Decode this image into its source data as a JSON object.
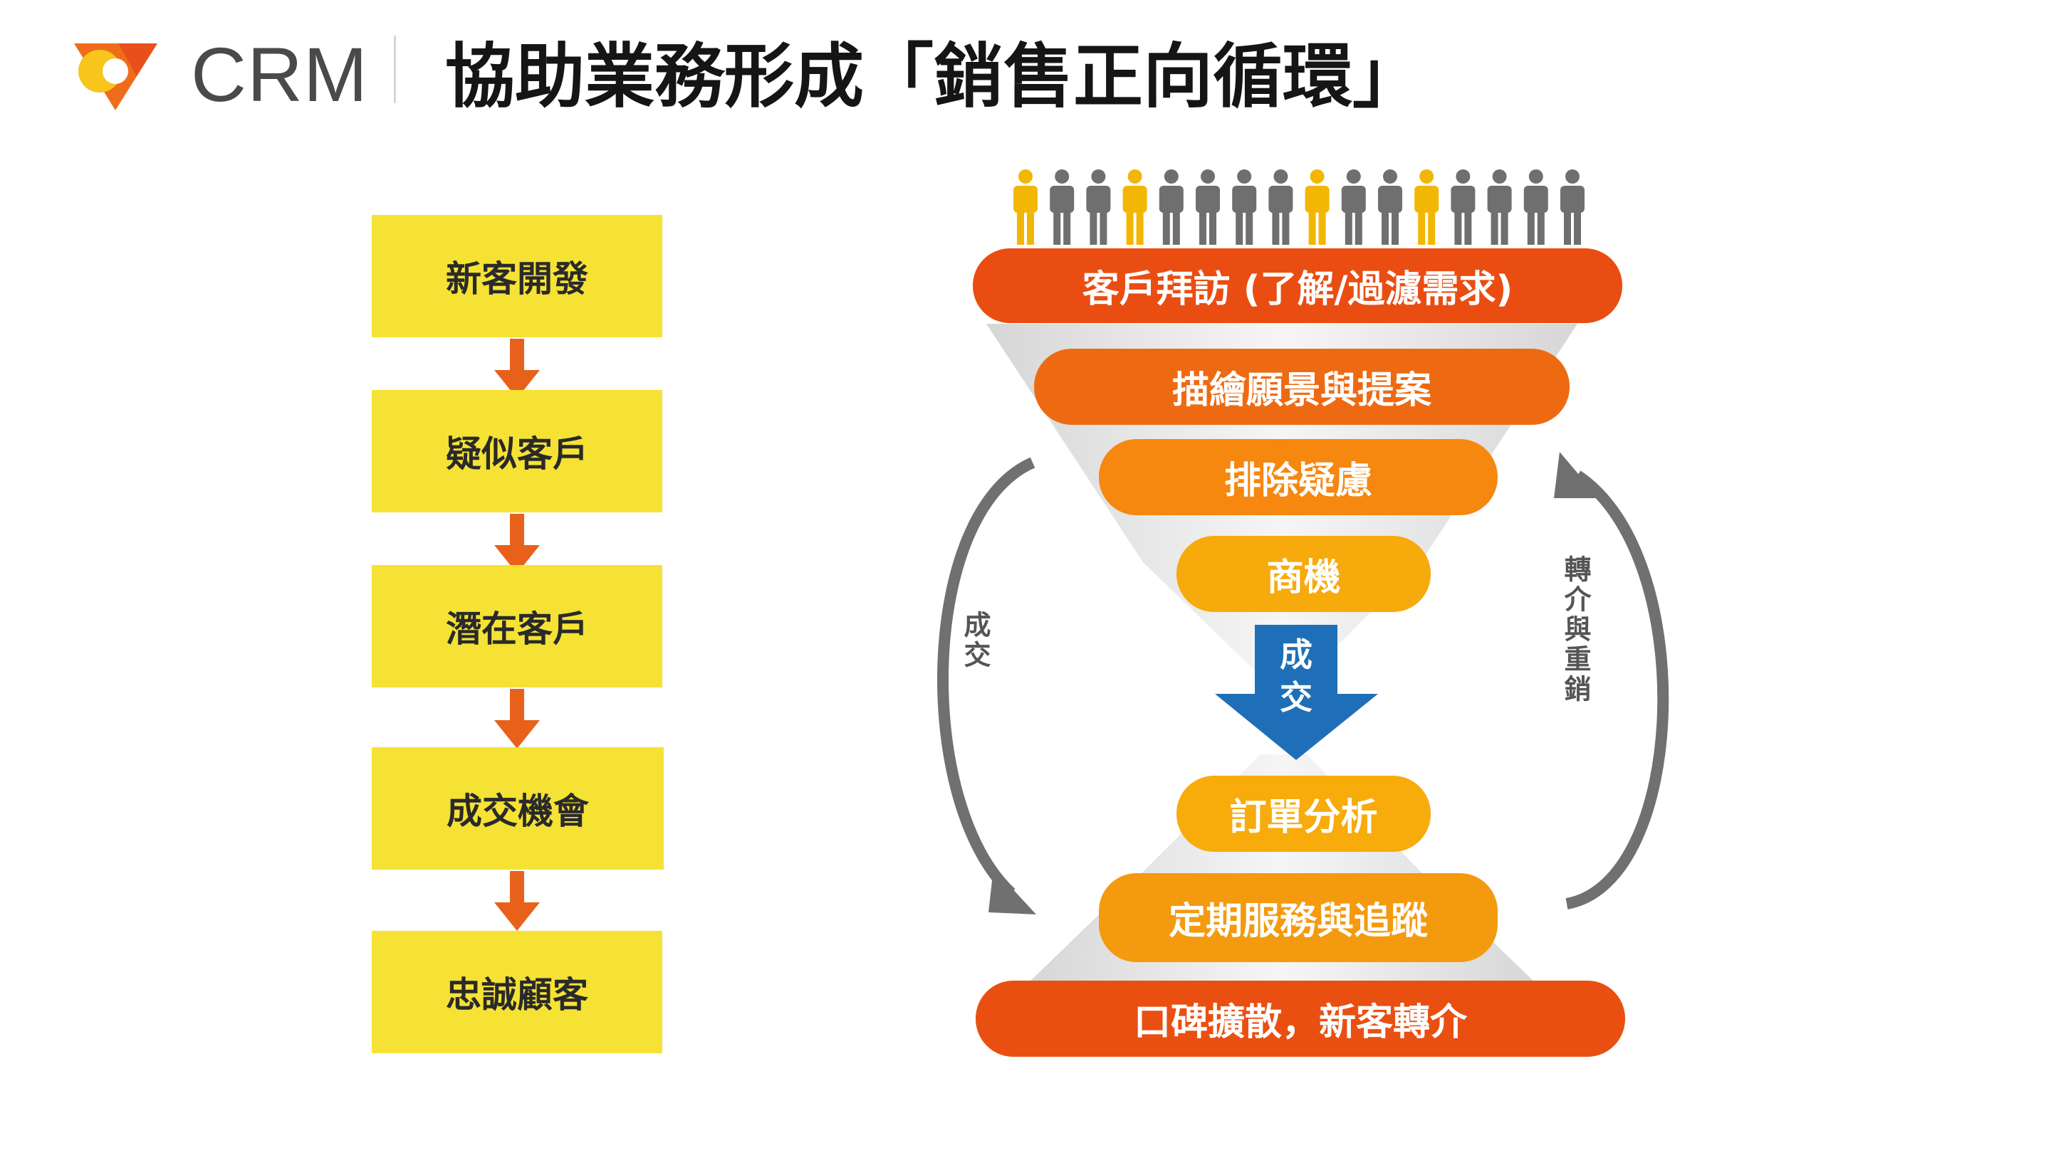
{
  "header": {
    "brand": "CRM",
    "title": "協助業務形成「銷售正向循環」"
  },
  "flow": {
    "steps": [
      "新客開發",
      "疑似客戶",
      "潛在客戶",
      "成交機會",
      "忠誠顧客"
    ]
  },
  "funnel": {
    "stages": [
      "客戶拜訪 (了解/過濾需求)",
      "描繪願景與提案",
      "排除疑慮",
      "商機",
      "訂單分析",
      "定期服務與追蹤",
      "口碑擴散，新客轉介"
    ],
    "center_arrow_label": "成交",
    "left_loop_label": "成交",
    "right_loop_label": "轉介與重銷",
    "people_highlight": [
      true,
      false,
      false,
      true,
      false,
      false,
      false,
      false,
      true,
      false,
      false,
      true,
      false,
      false,
      false,
      false
    ]
  },
  "colors": {
    "highlight_person": "#f2b705",
    "grey_person": "#6f6f6f",
    "flow_box": "#f5e234",
    "flow_arrow": "#e8611a",
    "stage_1": "#ea4d12",
    "stage_2": "#ee6a12",
    "stage_3": "#f6870f",
    "stage_4": "#f7aa0b",
    "stage_5": "#f7ac0c",
    "stage_6": "#f49a0f",
    "stage_7": "#ea4f12",
    "center_arrow": "#1f6fb8",
    "loop_arrow": "#707070",
    "funnel_shadow": "#d9d9d9"
  }
}
